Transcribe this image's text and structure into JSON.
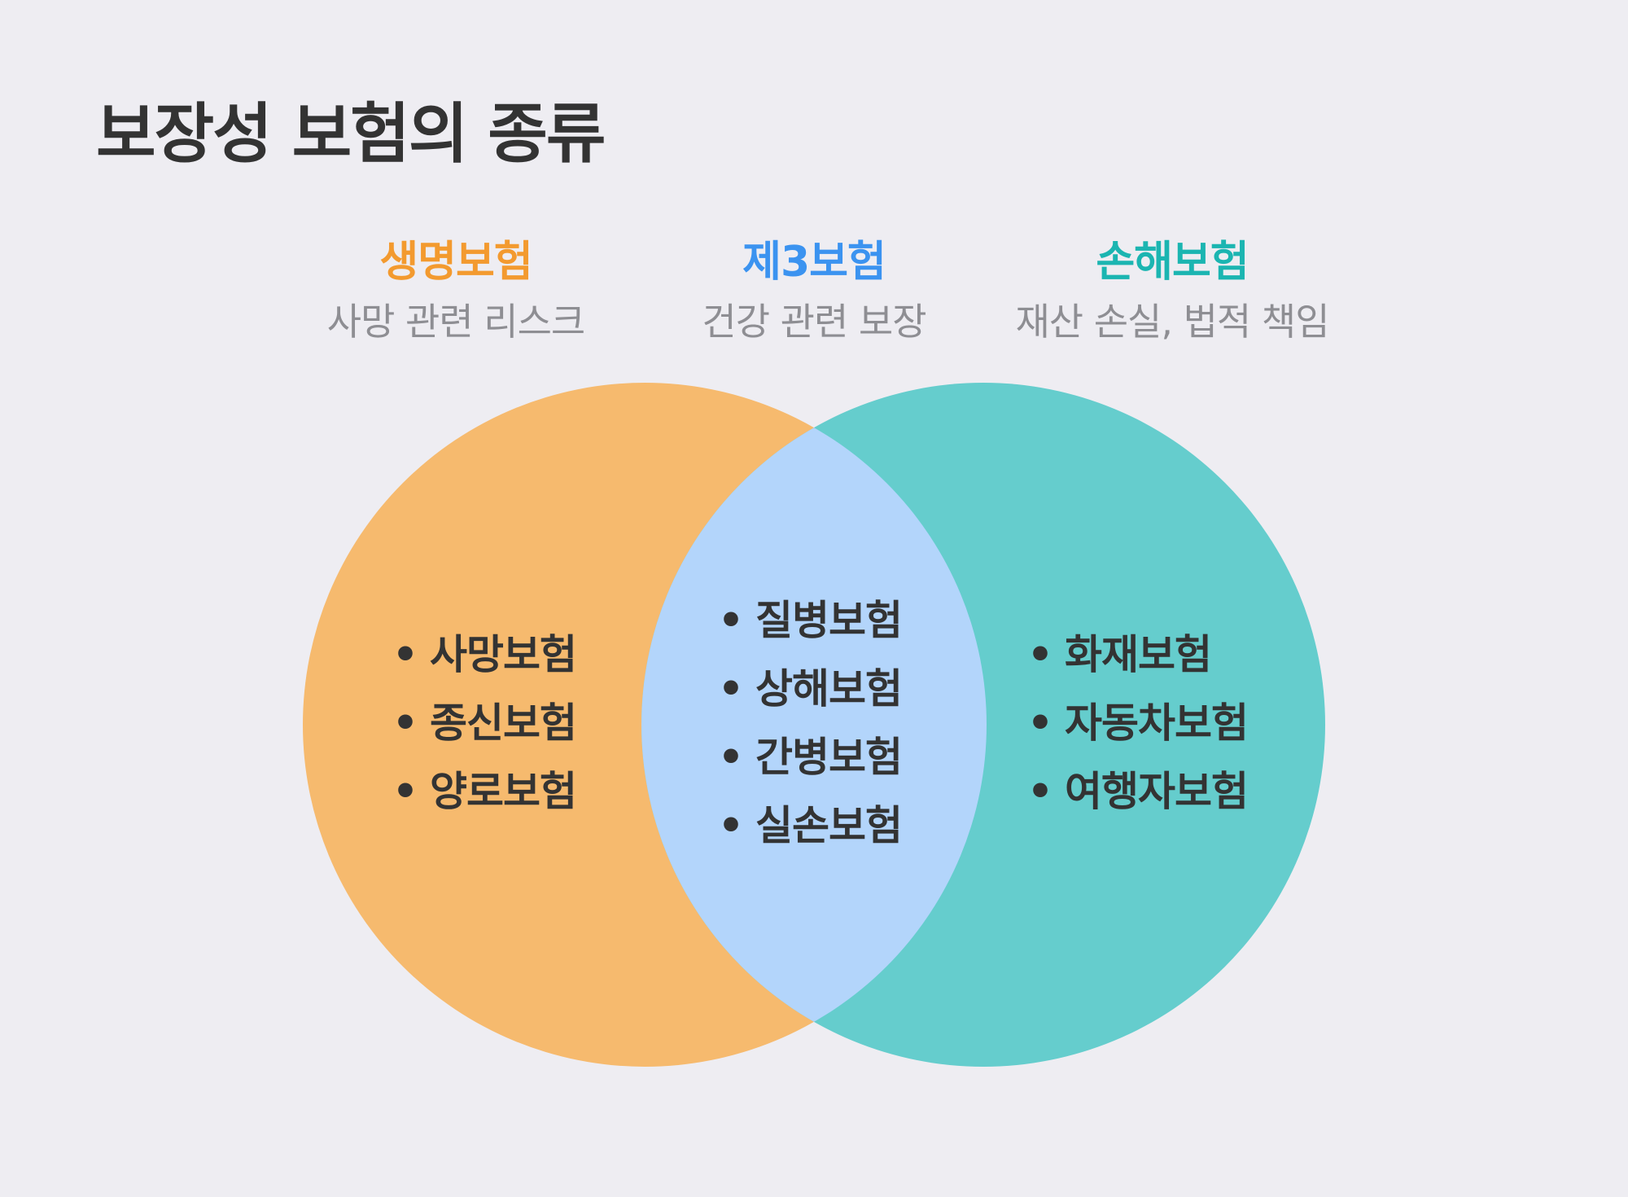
{
  "title": "보장성 보험의 종류",
  "colors": {
    "life": "#f6ba6e",
    "third": "#b3d5fb",
    "damage": "#65cdcd",
    "life_text": "#f39a2f",
    "third_text": "#3b93f0",
    "damage_text": "#1bb5b1"
  },
  "categories": [
    {
      "name": "생명보험",
      "desc": "사망 관련 리스크",
      "items": [
        "사망보험",
        "종신보험",
        "양로보험"
      ]
    },
    {
      "name": "제3보험",
      "desc": "건강 관련 보장",
      "items": [
        "질병보험",
        "상해보험",
        "간병보험",
        "실손보험"
      ]
    },
    {
      "name": "손해보험",
      "desc": "재산 손실, 법적 책임",
      "items": [
        "화재보험",
        "자동차보험",
        "여행자보험"
      ]
    }
  ]
}
